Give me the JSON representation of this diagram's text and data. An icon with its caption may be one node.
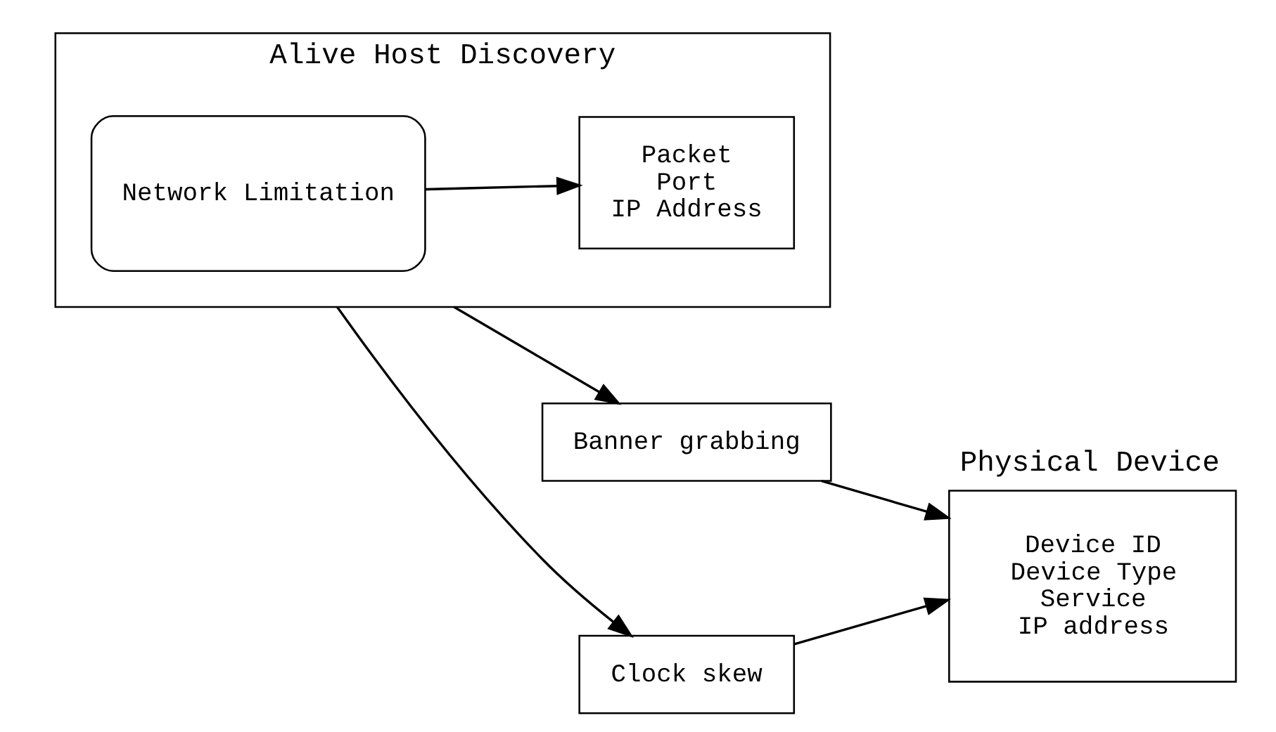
{
  "diagram": {
    "nodes": [
      {
        "text": [
          "Alive Host Discovery"
        ]
      },
      {
        "text": [
          "Network Limitation"
        ],
        "in": 0
      },
      {
        "text": [
          "Packet",
          "Port",
          "IP Address"
        ],
        "in": 0
      },
      {
        "text": [
          "Banner grabbing"
        ]
      },
      {
        "text": [
          "Clock skew"
        ]
      },
      {
        "text": [
          "Physical Device",
          "Device ID",
          "Device Type",
          "Service",
          "IP address"
        ]
      }
    ],
    "edges": [
      {
        "from": 1,
        "to": 2,
        "arrow": "to"
      },
      {
        "from": 0,
        "to": 3,
        "arrow": "to"
      },
      {
        "from": 0,
        "to": 4,
        "arrow": "to"
      },
      {
        "from": 3,
        "to": 5,
        "arrow": "to"
      },
      {
        "from": 4,
        "to": 5,
        "arrow": "to"
      }
    ]
  }
}
